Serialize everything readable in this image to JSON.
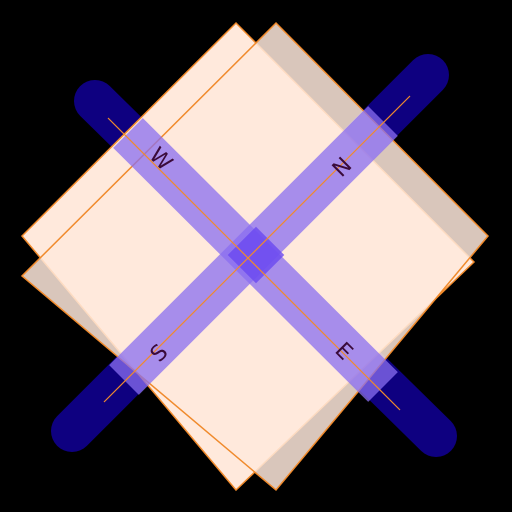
{
  "scene": {
    "background_color": "#000000",
    "tiles": {
      "fill": "#ffe9dc",
      "stroke": "#f08a2c",
      "count": 2
    },
    "bars": {
      "solid_color": "#0e0080",
      "translucent_color": "#8a6ef0",
      "count": 2
    },
    "direction_labels": {
      "north": "N",
      "east": "E",
      "south": "S",
      "west": "W"
    }
  }
}
